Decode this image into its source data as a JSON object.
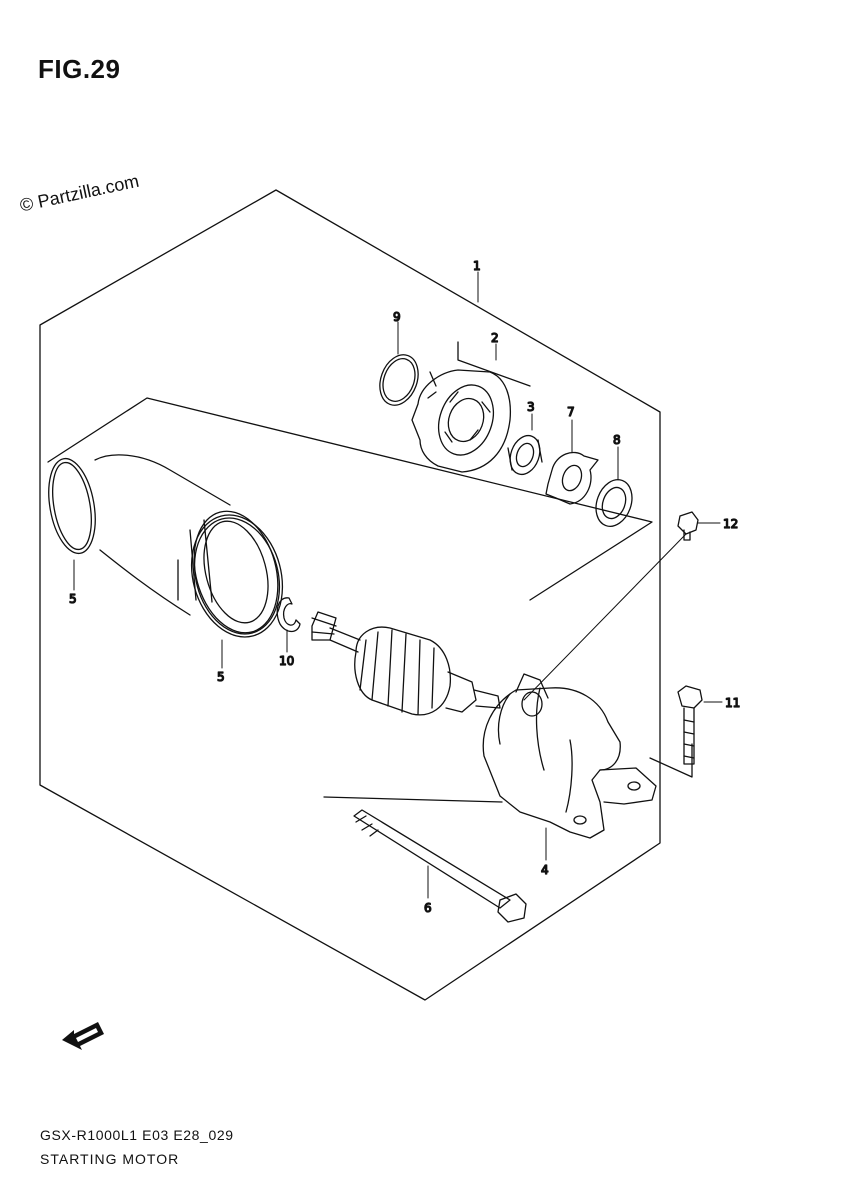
{
  "figure_label": "FIG.29",
  "watermark": "© Partzilla.com",
  "callouts": [
    {
      "number": "1"
    },
    {
      "number": "2"
    },
    {
      "number": "3"
    },
    {
      "number": "4"
    },
    {
      "number": "5"
    },
    {
      "number": "5"
    },
    {
      "number": "6"
    },
    {
      "number": "7"
    },
    {
      "number": "8"
    },
    {
      "number": "9"
    },
    {
      "number": "10"
    },
    {
      "number": "11"
    },
    {
      "number": "12"
    }
  ],
  "footer": {
    "diagram_code": "GSX-R1000L1 E03 E28_029",
    "diagram_title": "STARTING MOTOR"
  },
  "colors": {
    "line": "#111111",
    "background": "#ffffff"
  },
  "icons": [
    "front-direction-arrow-icon"
  ]
}
